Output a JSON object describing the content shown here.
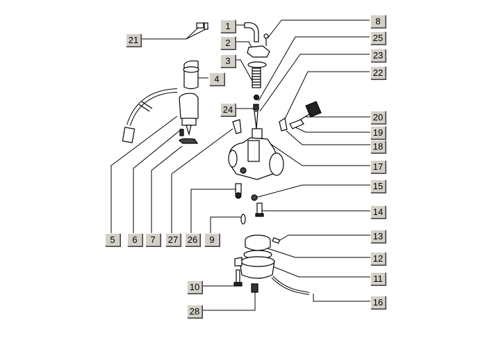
{
  "diagram": {
    "type": "exploded parts diagram",
    "subject": "carburetor assembly",
    "callouts": [
      {
        "id": "1",
        "label": "1"
      },
      {
        "id": "2",
        "label": "2"
      },
      {
        "id": "3",
        "label": "3"
      },
      {
        "id": "4",
        "label": "4"
      },
      {
        "id": "5",
        "label": "5"
      },
      {
        "id": "6",
        "label": "6"
      },
      {
        "id": "7",
        "label": "7"
      },
      {
        "id": "8",
        "label": "8"
      },
      {
        "id": "9",
        "label": "9"
      },
      {
        "id": "10",
        "label": "10"
      },
      {
        "id": "11",
        "label": "11"
      },
      {
        "id": "12",
        "label": "12"
      },
      {
        "id": "13",
        "label": "13"
      },
      {
        "id": "14",
        "label": "14"
      },
      {
        "id": "15",
        "label": "15"
      },
      {
        "id": "16",
        "label": "16"
      },
      {
        "id": "17",
        "label": "17"
      },
      {
        "id": "18",
        "label": "18"
      },
      {
        "id": "19",
        "label": "19"
      },
      {
        "id": "20",
        "label": "20"
      },
      {
        "id": "21",
        "label": "21"
      },
      {
        "id": "22",
        "label": "22"
      },
      {
        "id": "23",
        "label": "23"
      },
      {
        "id": "24",
        "label": "24"
      },
      {
        "id": "25",
        "label": "25"
      },
      {
        "id": "26",
        "label": "26"
      },
      {
        "id": "27",
        "label": "27"
      },
      {
        "id": "28",
        "label": "28"
      }
    ]
  }
}
